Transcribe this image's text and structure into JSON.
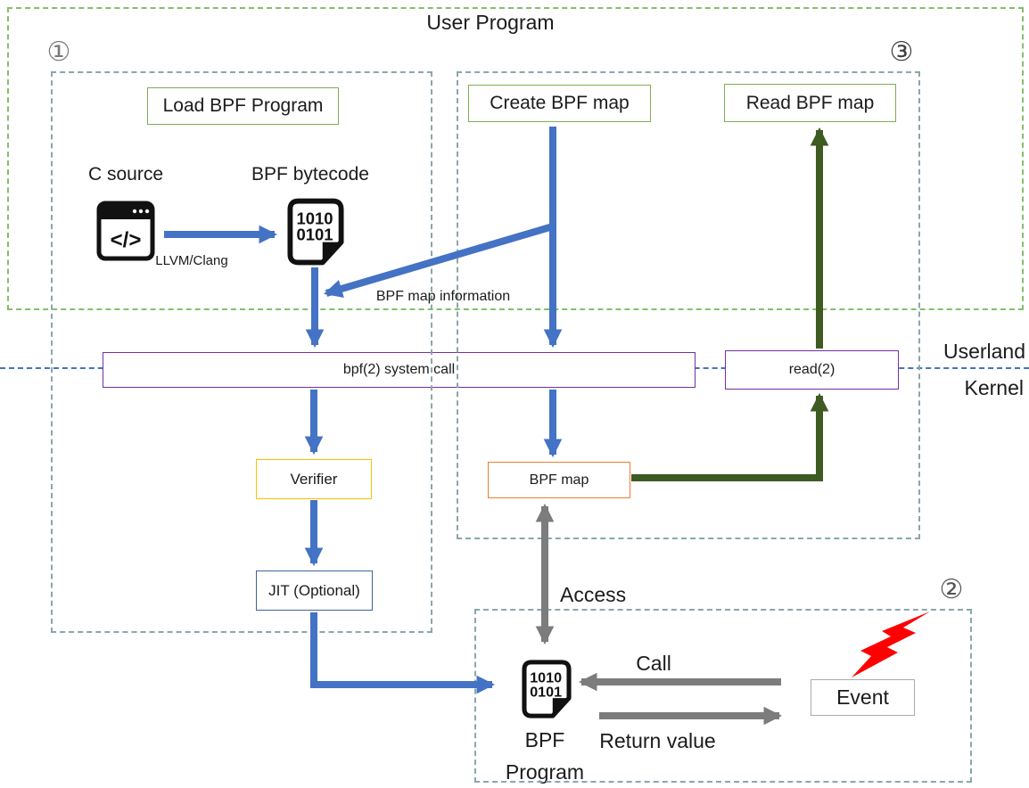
{
  "title": "User Program",
  "step_markers": {
    "one": "①",
    "two": "②",
    "three": "③"
  },
  "labels": {
    "load_bpf_program": "Load BPF Program",
    "create_bpf_map": "Create BPF map",
    "read_bpf_map": "Read BPF map",
    "c_source": "C source",
    "bpf_bytecode": "BPF bytecode",
    "llvm_clang": "LLVM/Clang",
    "bpf_map_information": "BPF map information",
    "bpf_syscall": "bpf(2) system call",
    "read2": "read(2)",
    "userland": "Userland",
    "kernel": "Kernel",
    "verifier": "Verifier",
    "jit": "JIT (Optional)",
    "bpf_map": "BPF map",
    "access": "Access",
    "call": "Call",
    "return_value": "Return value",
    "event": "Event",
    "bpf_program_line1": "BPF",
    "bpf_program_line2": "Program"
  },
  "icons": {
    "code_glyph": "</>",
    "binary_line1": "1010",
    "binary_line2": "0101",
    "lightning": "red-lightning-bolt"
  },
  "colors": {
    "arrow_blue": "#4472C4",
    "arrow_dark_green": "#3E5B22",
    "arrow_gray": "#7C7C7C",
    "border_green": "#7FAF53",
    "border_purple": "#7030A0",
    "border_gold": "#FFC000",
    "border_blue": "#41619E",
    "border_orange": "#ED7D31",
    "dashed_gray": "#8BA6AB",
    "dashed_green": "#85BE6A",
    "kernel_divider_blue": "#4472C4",
    "lightning_red": "#FF0000"
  }
}
